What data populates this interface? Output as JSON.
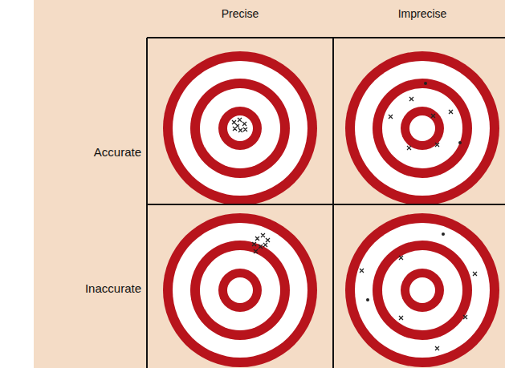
{
  "diagram": {
    "labels": [
      "Precise",
      "Imprecise",
      "Accurate",
      "Inaccurate"
    ]
  }
}
